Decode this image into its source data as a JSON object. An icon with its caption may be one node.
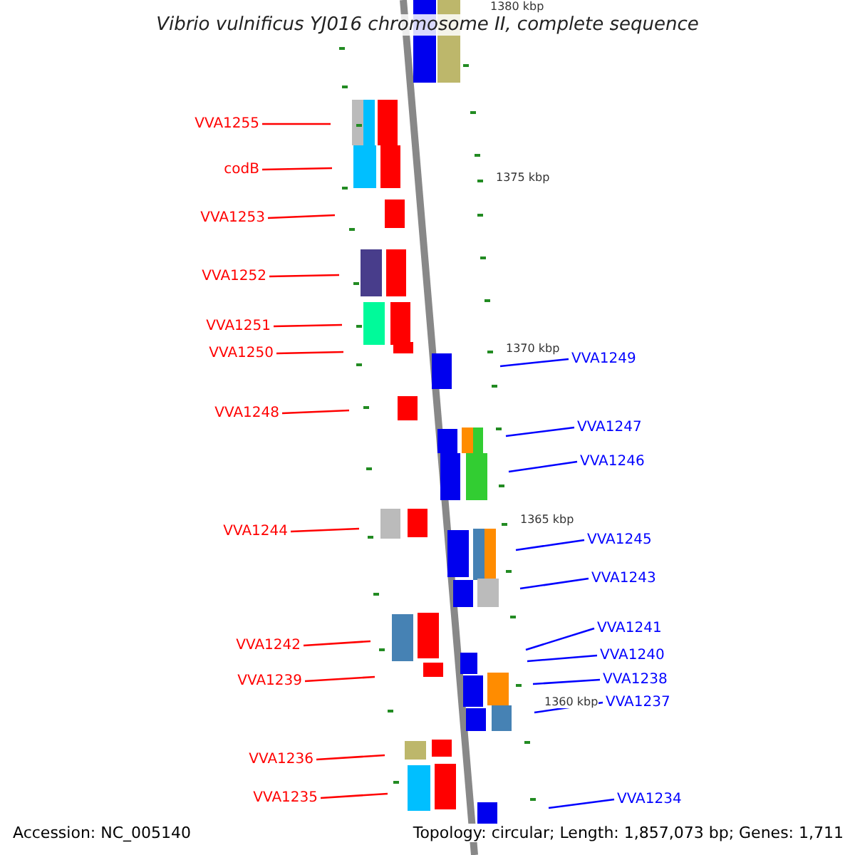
{
  "diagram": {
    "title": "Vibrio vulnificus YJ016 chromosome II, complete sequence",
    "nodes": [
      {
        "text": [
          "VVA1255"
        ]
      },
      {
        "text": [
          "codB"
        ]
      },
      {
        "text": [
          "VVA1253"
        ]
      },
      {
        "text": [
          "VVA1252"
        ]
      },
      {
        "text": [
          "VVA1251"
        ]
      },
      {
        "text": [
          "VVA1250"
        ]
      },
      {
        "text": [
          "VVA1249"
        ]
      },
      {
        "text": [
          "VVA1248"
        ]
      },
      {
        "text": [
          "VVA1247"
        ]
      },
      {
        "text": [
          "VVA1246"
        ]
      },
      {
        "text": [
          "VVA1244"
        ]
      },
      {
        "text": [
          "VVA1245"
        ]
      },
      {
        "text": [
          "VVA1243"
        ]
      },
      {
        "text": [
          "VVA1241"
        ]
      },
      {
        "text": [
          "VVA1242"
        ]
      },
      {
        "text": [
          "VVA1240"
        ]
      },
      {
        "text": [
          "VVA1239"
        ]
      },
      {
        "text": [
          "VVA1238"
        ]
      },
      {
        "text": [
          "VVA1237"
        ]
      },
      {
        "text": [
          "VVA1236"
        ]
      },
      {
        "text": [
          "VVA1235"
        ]
      },
      {
        "text": [
          "VVA1234"
        ]
      }
    ],
    "edges": [
      {
        "from": 0,
        "to": null,
        "arrow": "none"
      },
      {
        "from": 1,
        "to": null,
        "arrow": "none"
      },
      {
        "from": 2,
        "to": null,
        "arrow": "none"
      },
      {
        "from": 3,
        "to": null,
        "arrow": "none"
      },
      {
        "from": 4,
        "to": null,
        "arrow": "none"
      },
      {
        "from": 5,
        "to": null,
        "arrow": "none"
      },
      {
        "from": 6,
        "to": null,
        "arrow": "none",
        "color": "#0000ff"
      },
      {
        "from": 7,
        "to": null,
        "arrow": "none"
      },
      {
        "from": 8,
        "to": null,
        "arrow": "none",
        "color": "#0000ff"
      },
      {
        "from": 9,
        "to": null,
        "arrow": "none",
        "color": "#0000ff"
      },
      {
        "from": 10,
        "to": null,
        "arrow": "none"
      },
      {
        "from": 11,
        "to": null,
        "arrow": "none",
        "color": "#0000ff"
      },
      {
        "from": 12,
        "to": null,
        "arrow": "none",
        "color": "#0000ff"
      },
      {
        "from": 13,
        "to": null,
        "arrow": "none",
        "color": "#0000ff"
      },
      {
        "from": 14,
        "to": null,
        "arrow": "none"
      },
      {
        "from": 15,
        "to": null,
        "arrow": "none",
        "color": "#0000ff"
      },
      {
        "from": 16,
        "to": null,
        "arrow": "none"
      },
      {
        "from": 17,
        "to": null,
        "arrow": "none",
        "color": "#0000ff"
      },
      {
        "from": 18,
        "to": null,
        "arrow": "none",
        "color": "#0000ff"
      },
      {
        "from": 19,
        "to": null,
        "arrow": "none"
      },
      {
        "from": 20,
        "to": null,
        "arrow": "none"
      },
      {
        "from": 21,
        "to": null,
        "arrow": "none",
        "color": "#0000ff"
      }
    ],
    "labels": [
      "1380 kbp",
      "1375 kbp",
      "1370 kbp",
      "1365 kbp",
      "1360 kbp",
      "Accession: NC_005140",
      "Topology: circular; Length: 1,857,073 bp; Genes: 1,711"
    ]
  }
}
